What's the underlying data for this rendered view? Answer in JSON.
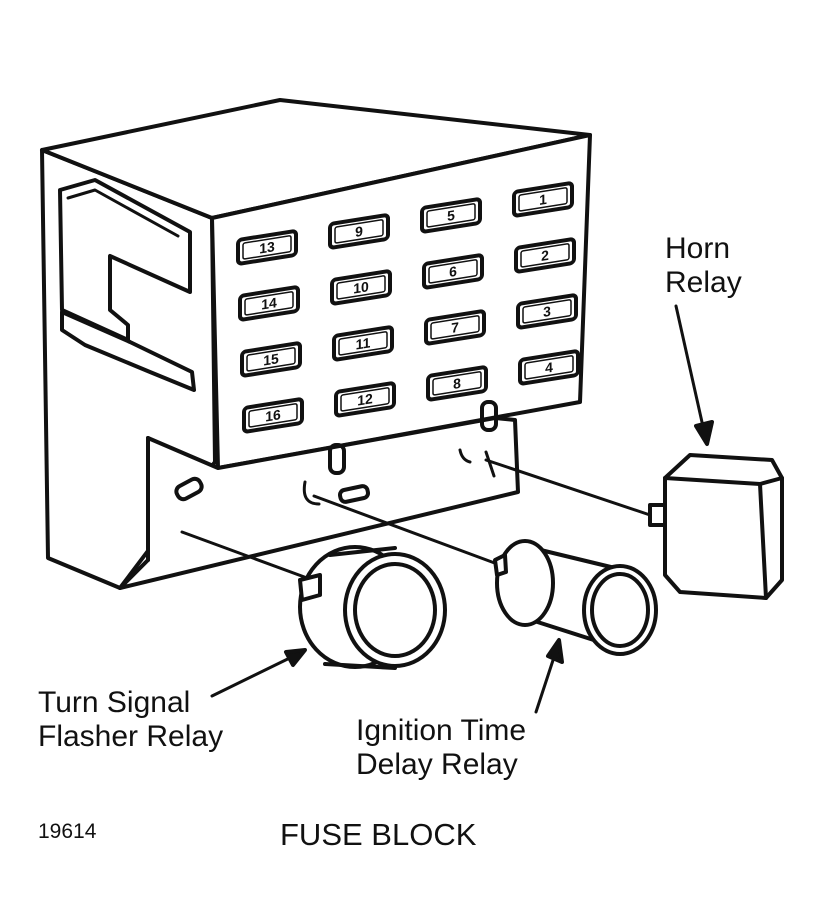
{
  "labels": {
    "horn_relay": [
      "Horn",
      "Relay"
    ],
    "turn_signal": [
      "Turn Signal",
      "Flasher Relay"
    ],
    "ignition": [
      "Ignition Time",
      "Delay Relay"
    ]
  },
  "figure_number": "19614",
  "caption": "FUSE BLOCK",
  "fuse_slots": [
    {
      "number": "13"
    },
    {
      "number": "9"
    },
    {
      "number": "5"
    },
    {
      "number": "1"
    },
    {
      "number": "14"
    },
    {
      "number": "10"
    },
    {
      "number": "6"
    },
    {
      "number": "2"
    },
    {
      "number": "15"
    },
    {
      "number": "11"
    },
    {
      "number": "7"
    },
    {
      "number": "3"
    },
    {
      "number": "16"
    },
    {
      "number": "12"
    },
    {
      "number": "8"
    },
    {
      "number": "4"
    }
  ],
  "colors": {
    "ink": "#111111",
    "paper": "#ffffff"
  }
}
